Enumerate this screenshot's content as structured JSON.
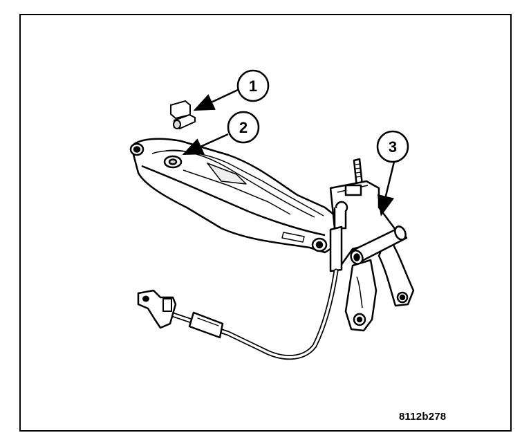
{
  "figure": {
    "id": "8112b278",
    "callouts": [
      {
        "number": "1",
        "points_to": "pin-and-clip"
      },
      {
        "number": "2",
        "points_to": "lever-pivot-bore"
      },
      {
        "number": "3",
        "points_to": "shift-lever-assembly"
      }
    ]
  },
  "colors": {
    "line": "#000000",
    "fill": "#ffffff",
    "shade": "#9a9a9a"
  }
}
